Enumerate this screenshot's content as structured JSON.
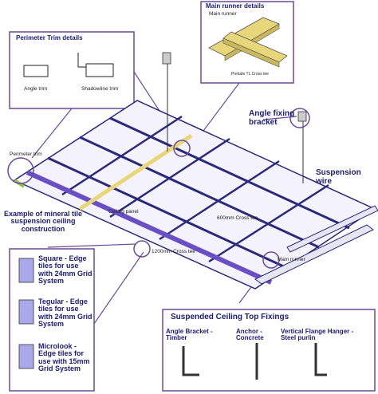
{
  "perimeter_trim_details": {
    "title": "Perimeter Trim details",
    "angle_trim": "Angle trim",
    "shadowline_trim": "Shadowline trim"
  },
  "main_runner_details": {
    "title": "Main runner details",
    "main_runner": "Main runner",
    "caption": "Prelude TL Cross tee"
  },
  "labels": {
    "angle_fixing_bracket": "Angle fixing bracket",
    "suspension_wire": "Suspension wire",
    "perimeter_trim": "Perimeter trim",
    "example": "Example of mineral tile suspension ceiling construction",
    "ceiling_panel": "Ceiling panel",
    "cross_tee_600": "600mm Cross tee",
    "cross_tee_1200": "1200mm Cross tee",
    "main_runner": "Main runner"
  },
  "edge_tiles": [
    {
      "text": "Square - Edge tiles for use with 24mm Grid System"
    },
    {
      "text": "Tegular - Edge tiles for use with 24mm Grid System"
    },
    {
      "text": "Microlook - Edge tiles for use with 15mm Grid System"
    }
  ],
  "top_fixings": {
    "title": "Suspended Ceiling Top Fixings",
    "items": [
      {
        "label": "Angle Bracket - Timber"
      },
      {
        "label": "Anchor - Concrete"
      },
      {
        "label": "Vertical Flange Hanger - Steel purlin"
      }
    ]
  },
  "colors": {
    "text": "#1b1c6e",
    "frame": "#6b4a99",
    "grid": "#2a2a7a",
    "runner_highlight": "#6a4fc4",
    "yellow_tee": "#e8d77a",
    "trim_green": "#8bc34a"
  }
}
